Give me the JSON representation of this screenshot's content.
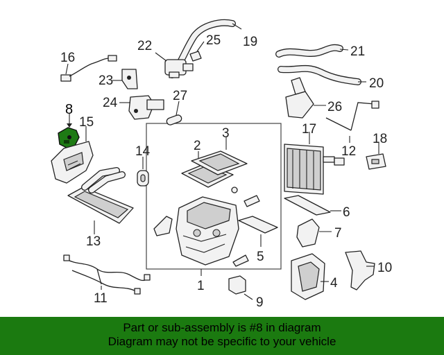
{
  "diagram": {
    "highlighted_part": "8",
    "callouts": [
      "1",
      "2",
      "3",
      "4",
      "5",
      "6",
      "7",
      "8",
      "9",
      "10",
      "11",
      "12",
      "13",
      "14",
      "15",
      "16",
      "17",
      "18",
      "19",
      "20",
      "21",
      "22",
      "23",
      "24",
      "25",
      "26",
      "27"
    ]
  },
  "footer": {
    "line1": "Part or sub-assembly is #8 in diagram",
    "line2": "Diagram may not be specific to your vehicle"
  },
  "colors": {
    "highlight": "#1e7a14",
    "footer_bg": "#1b7a10"
  }
}
